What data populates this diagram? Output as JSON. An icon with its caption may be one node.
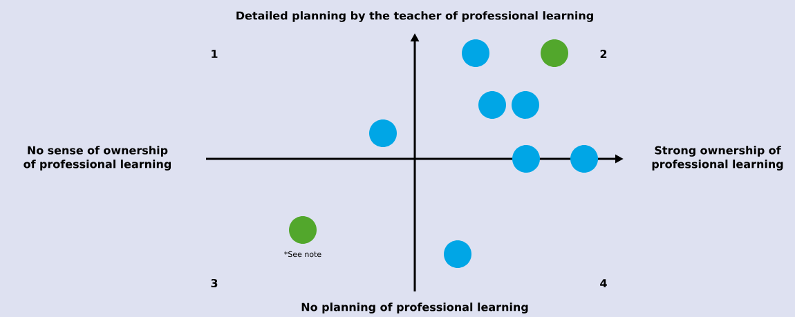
{
  "diagram": {
    "labels": [
      "Detailed planning by the teacher of professional learning",
      "1",
      "2",
      "No sense of ownership of professional learning",
      "Strong ownership of professional learning",
      "*See note",
      "3",
      "4",
      "No planning of professional learning"
    ]
  }
}
